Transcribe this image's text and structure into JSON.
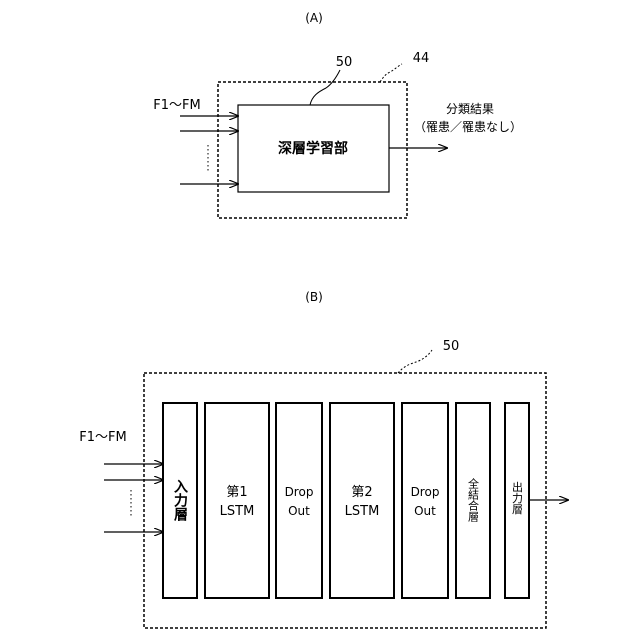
{
  "panel_a": {
    "label": "(A)",
    "block_ref": "50",
    "box_ref": "44",
    "input_label": "F1～FM",
    "block_text": "深層学習部",
    "output_label": "分類結果",
    "output_sub": "（罹患／罹患なし）"
  },
  "panel_b": {
    "label": "(B)",
    "box_ref": "50",
    "input_label": "F1～FM",
    "layers": {
      "input": "入力層",
      "lstm1_a": "第1",
      "lstm1_b": "LSTM",
      "drop1_a": "Drop",
      "drop1_b": "Out",
      "lstm2_a": "第2",
      "lstm2_b": "LSTM",
      "drop2_a": "Drop",
      "drop2_b": "Out",
      "dense": "全結合層",
      "output": "出力層"
    }
  }
}
